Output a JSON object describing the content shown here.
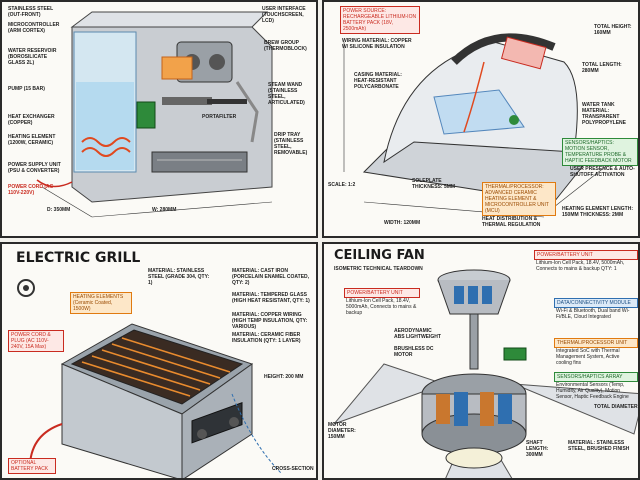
{
  "espresso": {
    "labels": {
      "stainless": "STAINLESS STEEL (OUT-FRONT)",
      "microcontroller": "MICROCONTROLLER (ARM CORTEX)",
      "reservoir": "WATER RESERVOIR (BOROSILICATE GLASS 2L)",
      "pump": "PUMP (15 BAR)",
      "heat_exchanger": "HEAT EXCHANGER (COPPER)",
      "heating_element": "HEATING ELEMENT (1200W, CERAMIC)",
      "psu": "POWER SUPPLY UNIT (PSU & CONVERTER)",
      "power_cord": "POWER CORD (AC 110V-220V)",
      "ui": "USER INTERFACE (TOUCHSCREEN, LCD)",
      "brew_group": "BREW GROUP (THERMOBLOCK)",
      "steam_wand": "STEAM WAND (STAINLESS STEEL, ARTICULATED)",
      "drip_tray": "DRIP TRAY (STAINLESS STEEL, REMOVABLE)",
      "portafilter": "PORTAFILTER",
      "width": "W: 280mm",
      "depth": "D: 350mm"
    }
  },
  "iron": {
    "labels": {
      "power_source": "POWER SOURCE: RECHARGEABLE LITHIUM-ION BATTERY PACK (18V, 2500mAh)",
      "wiring": "WIRING MATERIAL: COPPER W/ SILICONE INSULATION",
      "casing": "CASING MATERIAL: HEAT-RESISTANT POLYCARBONATE",
      "water_tank": "WATER TANK MATERIAL: TRANSPARENT POLYPROPYLENE",
      "sensors": "SENSORS/HAPTICS: MOTION SENSOR, TEMPERATURE PROBE & HAPTIC FEEDBACK MOTOR",
      "user_presence": "USER PRESENCE & AUTO-SHUTOFF ACTIVATION",
      "soleplate": "SOLEPLATE THICKNESS: 5mm",
      "thermal": "THERMAL/PROCESSOR: ADVANCED CERAMIC HEATING ELEMENT & MICROCONTROLLER UNIT (MCU)",
      "heat_dist": "HEAT DISTRIBUTION & THERMAL REGULATION",
      "heating_len": "HEATING ELEMENT LENGTH: 150mm THICKNESS: 2mm",
      "width": "WIDTH: 120mm",
      "total_length": "TOTAL LENGTH: 280mm",
      "height": "TOTAL HEIGHT: 160mm",
      "scale": "SCALE: 1:2"
    }
  },
  "grill": {
    "title": "ELECTRIC GRILL",
    "labels": {
      "stainless": "MATERIAL: STAINLESS STEEL (Grade 304, QTY: 1)",
      "cast_iron": "MATERIAL: CAST IRON (Porcelain Enamel Coated, QTY: 2)",
      "tempered_glass": "MATERIAL: TEMPERED GLASS (High Heat Resistant, QTY: 1)",
      "copper": "MATERIAL: COPPER WIRING (High Temp Insulation, QTY: Various)",
      "ceramic": "MATERIAL: CERAMIC FIBER INSULATION (QTY: 1 Layer)",
      "heating_elements": "HEATING ELEMENTS (Ceramic Coated, 1500W)",
      "power_cord": "POWER CORD & PLUG (AC 110V-240V, 15A Max)",
      "battery": "OPTIONAL BATTERY PACK",
      "height": "HEIGHT: 200 mm",
      "cross_section": "CROSS-SECTION"
    }
  },
  "fan": {
    "title": "CEILING FAN",
    "subtitle": "ISOMETRIC TECHNICAL TEARDOWN",
    "labels": {
      "power_top": "POWER/BATTERY UNIT",
      "power_top_detail": "Lithium-Ion Cell Pack, 18.4V, 5000mAh, Connects to mains & backup QTY: 1",
      "power_left": "POWER/BATTERY UNIT",
      "power_left_detail": "Lithium-Ion Cell Pack, 18.4V, 5000mAh, Connects to mains & backup",
      "data": "DATA/CONNECTIVITY MODULE",
      "data_detail": "Wi-Fi & Bluetooth, Dual band Wi-Fi/BLE, Cloud Integrated",
      "thermal": "THERMAL/PROCESSOR UNIT",
      "thermal_detail": "Integrated SoC with Thermal Management System, Active cooling fins",
      "sensors": "SENSORS/HAPTICS ARRAY",
      "sensors_detail": "Environmental Sensors (Temp, Humidity, Air Quality), Motion Sensor, Haptic Feedback Engine",
      "blade_material": "AERODYNAMIC ABS LIGHTWEIGHT",
      "motor": "BRUSHLESS DC MOTOR",
      "motor_dia": "MOTOR DIAMETER: 150mm",
      "shaft": "SHAFT LENGTH: 300mm",
      "brushes": "MATERIAL: STAINLESS STEEL, BRUSHED FINISH",
      "total_dia": "TOTAL DIAMETER"
    }
  },
  "colors": {
    "red": "#c92b20",
    "orange": "#e07a10",
    "blue": "#2f6fb0",
    "green": "#2e8a3a",
    "steel": "#b8bcc2"
  }
}
